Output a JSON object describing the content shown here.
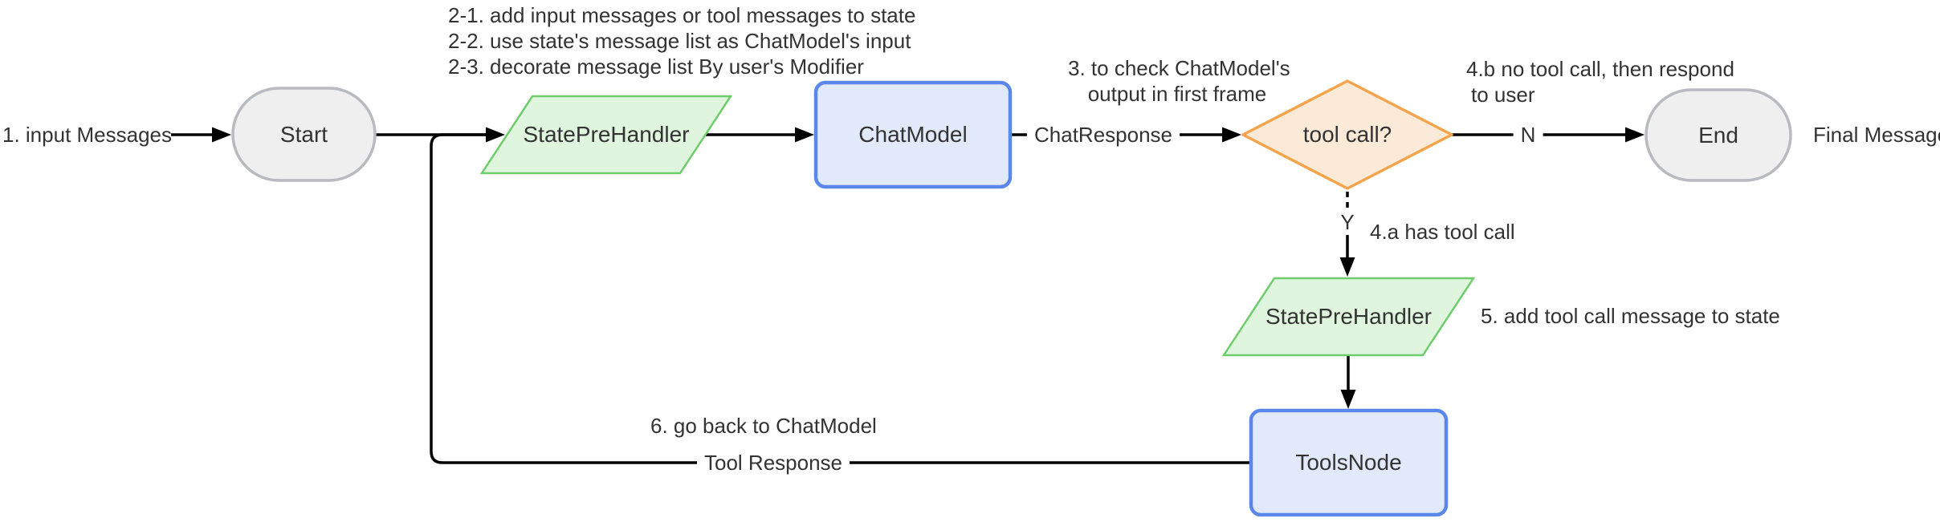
{
  "diagram": {
    "nodes": {
      "start": "Start",
      "state_pre_handler_1": "StatePreHandler",
      "chat_model": "ChatModel",
      "tool_call": "tool call?",
      "end": "End",
      "state_pre_handler_2": "StatePreHandler",
      "tools_node": "ToolsNode"
    },
    "edge_labels": {
      "chat_response": "ChatResponse",
      "no": "N",
      "yes": "Y",
      "tool_response": "Tool Response"
    },
    "annotations": {
      "step1": "1. input Messages",
      "step2": [
        "2-1. add input messages or tool messages to state",
        "2-2. use state's message list as ChatModel's input",
        "2-3. decorate message list By user's Modifier"
      ],
      "step3": [
        "3. to check ChatModel's",
        "output in first frame"
      ],
      "step4b": [
        "4.b no tool call, then respond",
        "to user"
      ],
      "step4a": "4.a has tool call",
      "step5": "5. add tool call message to state",
      "step6": "6. go back to ChatModel",
      "final_message": "Final Message"
    },
    "colors": {
      "terminal_fill": "#efefef",
      "terminal_border": "#b7babf",
      "process_fill": "#dff5de",
      "process_border": "#6ecd6b",
      "model_fill": "#e1e9fb",
      "model_border": "#5c87ea",
      "decision_fill": "#fcead8",
      "decision_border": "#f3a44c",
      "edge": "#000000",
      "text": "#333333"
    }
  }
}
